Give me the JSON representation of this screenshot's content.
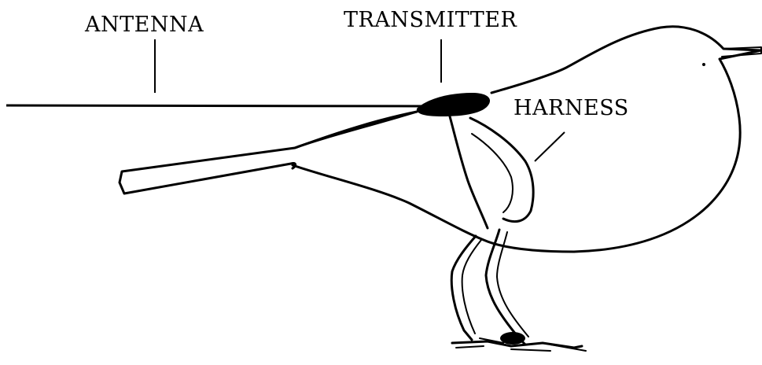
{
  "labels": {
    "antenna": "ANTENNA",
    "transmitter": "TRANSMITTER",
    "harness": "HARNESS"
  },
  "colors": {
    "ink": "#000000",
    "background": "#ffffff"
  }
}
